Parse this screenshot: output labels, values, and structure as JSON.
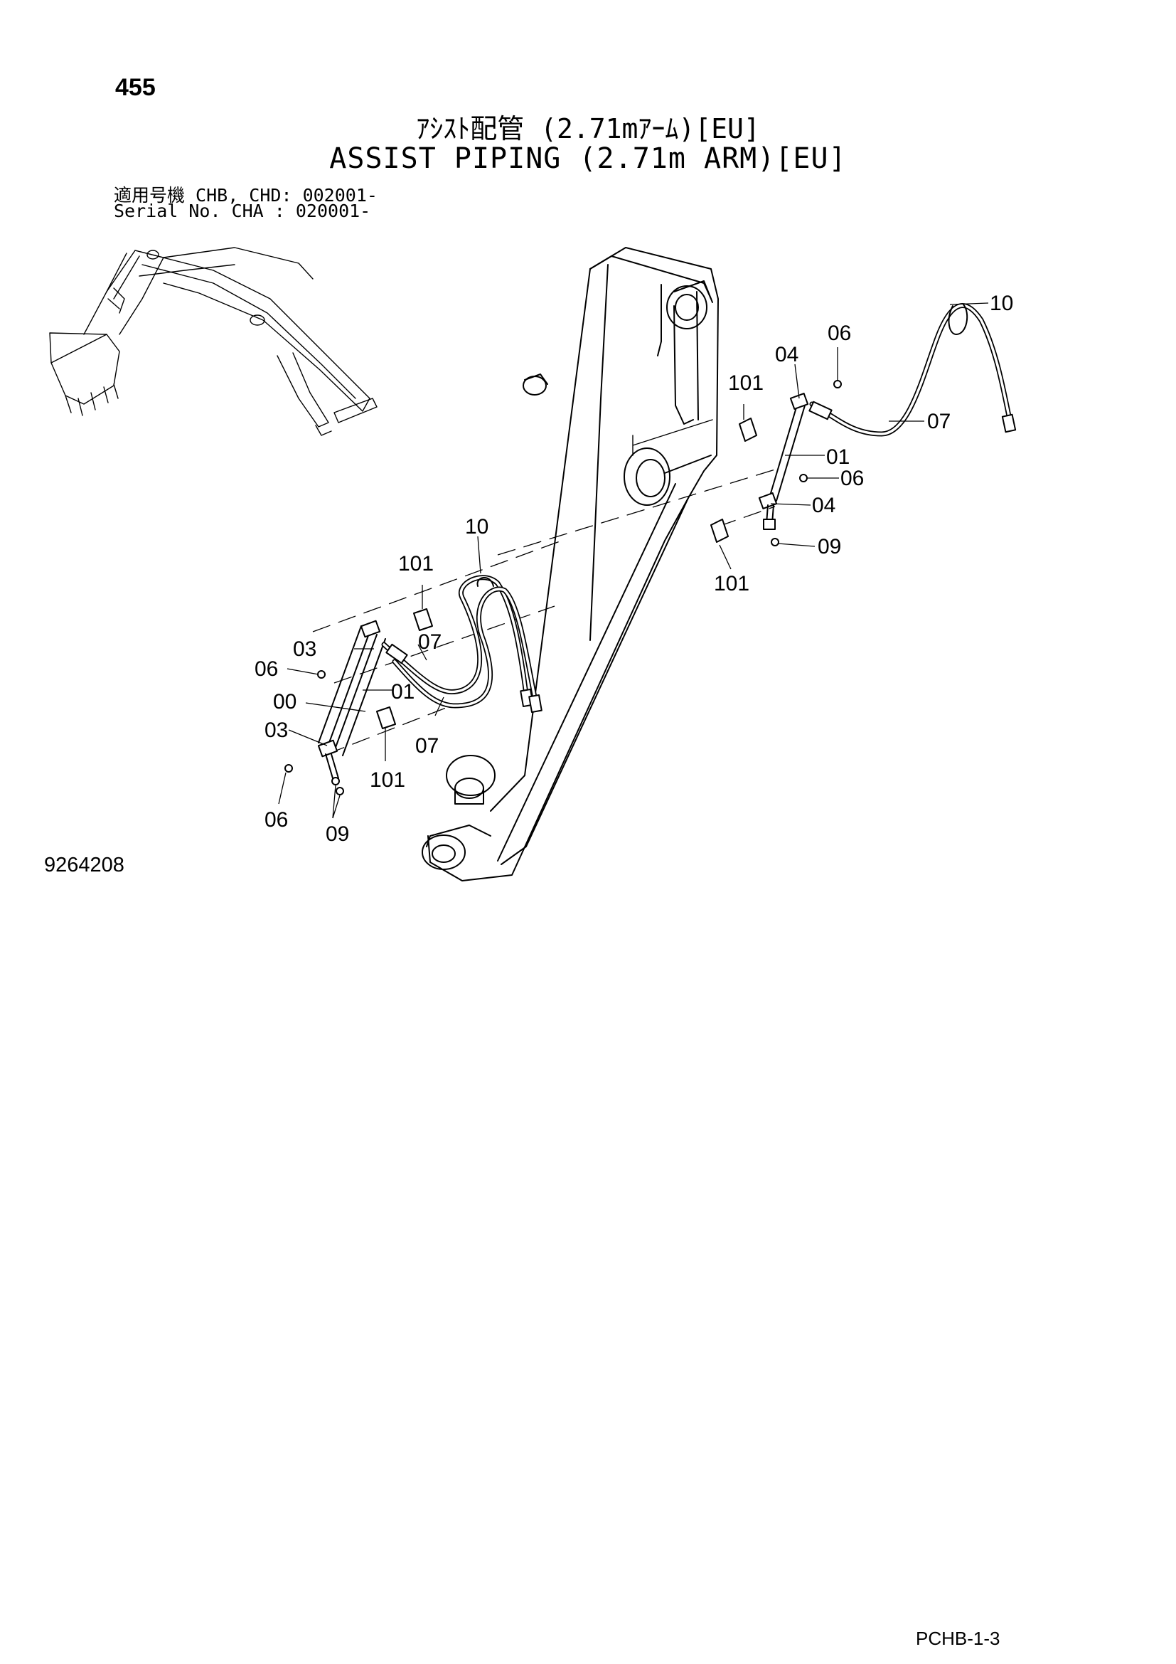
{
  "header": {
    "page_number": "455",
    "title_ja": "ｱｼｽﾄ配管 (2.71mｱｰﾑ)[EU]",
    "title_en": "ASSIST PIPING (2.71m ARM)[EU]",
    "serial_line_1": "適用号機 CHB, CHD: 002001-",
    "serial_line_2": "Serial No. CHA    : 020001-"
  },
  "diagram": {
    "callouts": {
      "c10_top": "10",
      "c06_top": "06",
      "c04_top": "04",
      "c101_top": "101",
      "c07_right": "07",
      "c01_right": "01",
      "c06_mid": "06",
      "c04_mid": "04",
      "c09_right": "09",
      "c101_right": "101",
      "c10_center": "10",
      "c101_center": "101",
      "c03_upper": "03",
      "c07_upper": "07",
      "c06_left": "06",
      "c00_left": "00",
      "c01_left": "01",
      "c03_lower": "03",
      "c07_lower": "07",
      "c101_lower": "101",
      "c06_bottom": "06",
      "c09_bottom": "09"
    }
  },
  "footer": {
    "drawing_number": "9264208",
    "page_code": "PCHB-1-3"
  }
}
